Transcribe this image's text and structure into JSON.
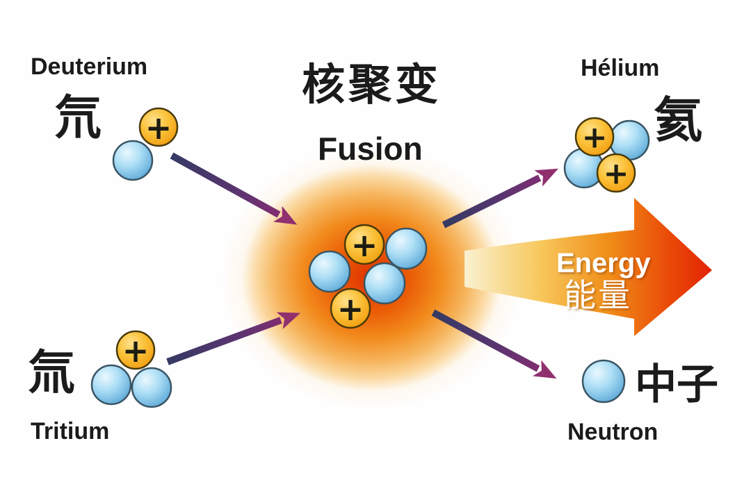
{
  "title": {
    "zh": "核聚变",
    "en": "Fusion"
  },
  "labels": {
    "deuterium": {
      "en": "Deuterium",
      "zh": "氘"
    },
    "tritium": {
      "en": "Tritium",
      "zh": "氚"
    },
    "helium": {
      "en": "Hélium",
      "zh": "氦"
    },
    "neutron": {
      "en": "Neutron",
      "zh": "中子"
    },
    "energy": {
      "en": "Energy",
      "zh": "能量"
    }
  },
  "symbols": {
    "proton_charge": "+"
  },
  "composition": {
    "deuterium": {
      "protons": 1,
      "neutrons": 1
    },
    "tritium": {
      "protons": 1,
      "neutrons": 2
    },
    "fusing_nucleus": {
      "protons": 2,
      "neutrons": 3
    },
    "helium": {
      "protons": 2,
      "neutrons": 2
    },
    "free_neutrons": 1
  },
  "colors": {
    "background": "#ffffff",
    "text": "#1b1b1b",
    "proton": "#f6a81c",
    "neutron": "#7ec6ea",
    "reaction_glow_core": "#df3203",
    "arrow_shaft_start": "#343a63",
    "arrow_head": "#90306f",
    "energy_arrow_tail": "#faf0cd",
    "energy_arrow_tip": "#e32405",
    "energy_text": "#ffffff"
  }
}
